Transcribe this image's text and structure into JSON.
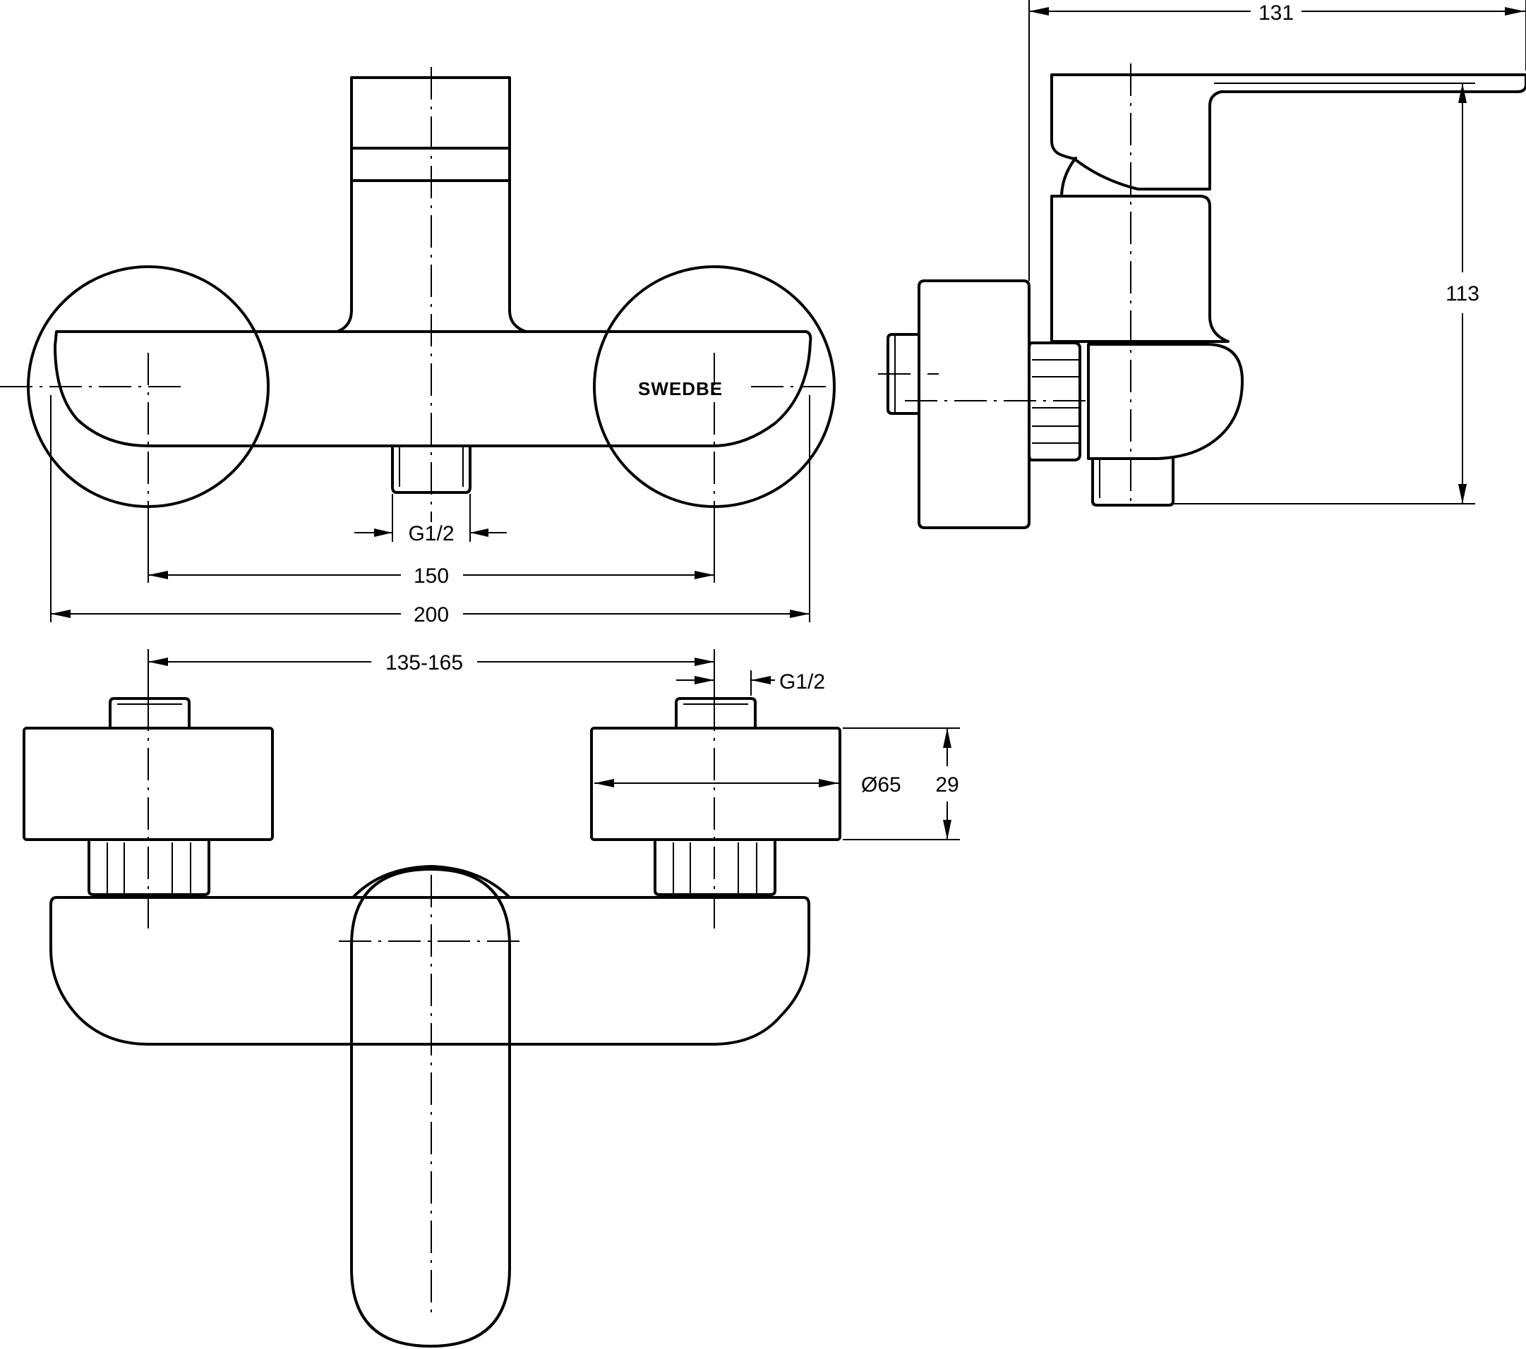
{
  "brand": "SWEDBE",
  "dimensions": {
    "front_outlet_thread": "G1/2",
    "front_center_distance": "150",
    "front_overall_width": "200",
    "side_depth": "131",
    "side_height": "113",
    "top_center_range": "135-165",
    "top_inlet_thread": "G1/2",
    "top_rosette_diameter": "Ø65",
    "top_rosette_depth": "29"
  }
}
